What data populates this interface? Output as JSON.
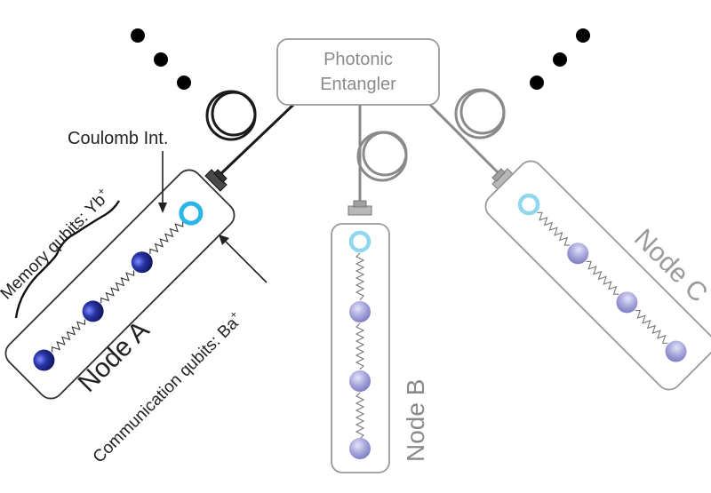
{
  "entangler": {
    "line1": "Photonic",
    "line2": "Entangler"
  },
  "labels": {
    "coulomb": "Coulomb Int.",
    "memory": "Memory qubits: Yb",
    "memory_sup": "+",
    "communication": "Communication qubits: Ba",
    "communication_sup": "+"
  },
  "nodes": {
    "a": "Node A",
    "b": "Node B",
    "c": "Node C"
  },
  "colors": {
    "node_a_fiber": "#1a1a1a",
    "node_bc_fiber": "#8a8a8a",
    "memory_ion_active": "#1f2a8c",
    "memory_ion_faded": "#a9a9dc",
    "communication_ring": "#29b6e6",
    "communication_ring_faded": "#8fd6ee",
    "box_stroke": "#8a8a8a"
  }
}
